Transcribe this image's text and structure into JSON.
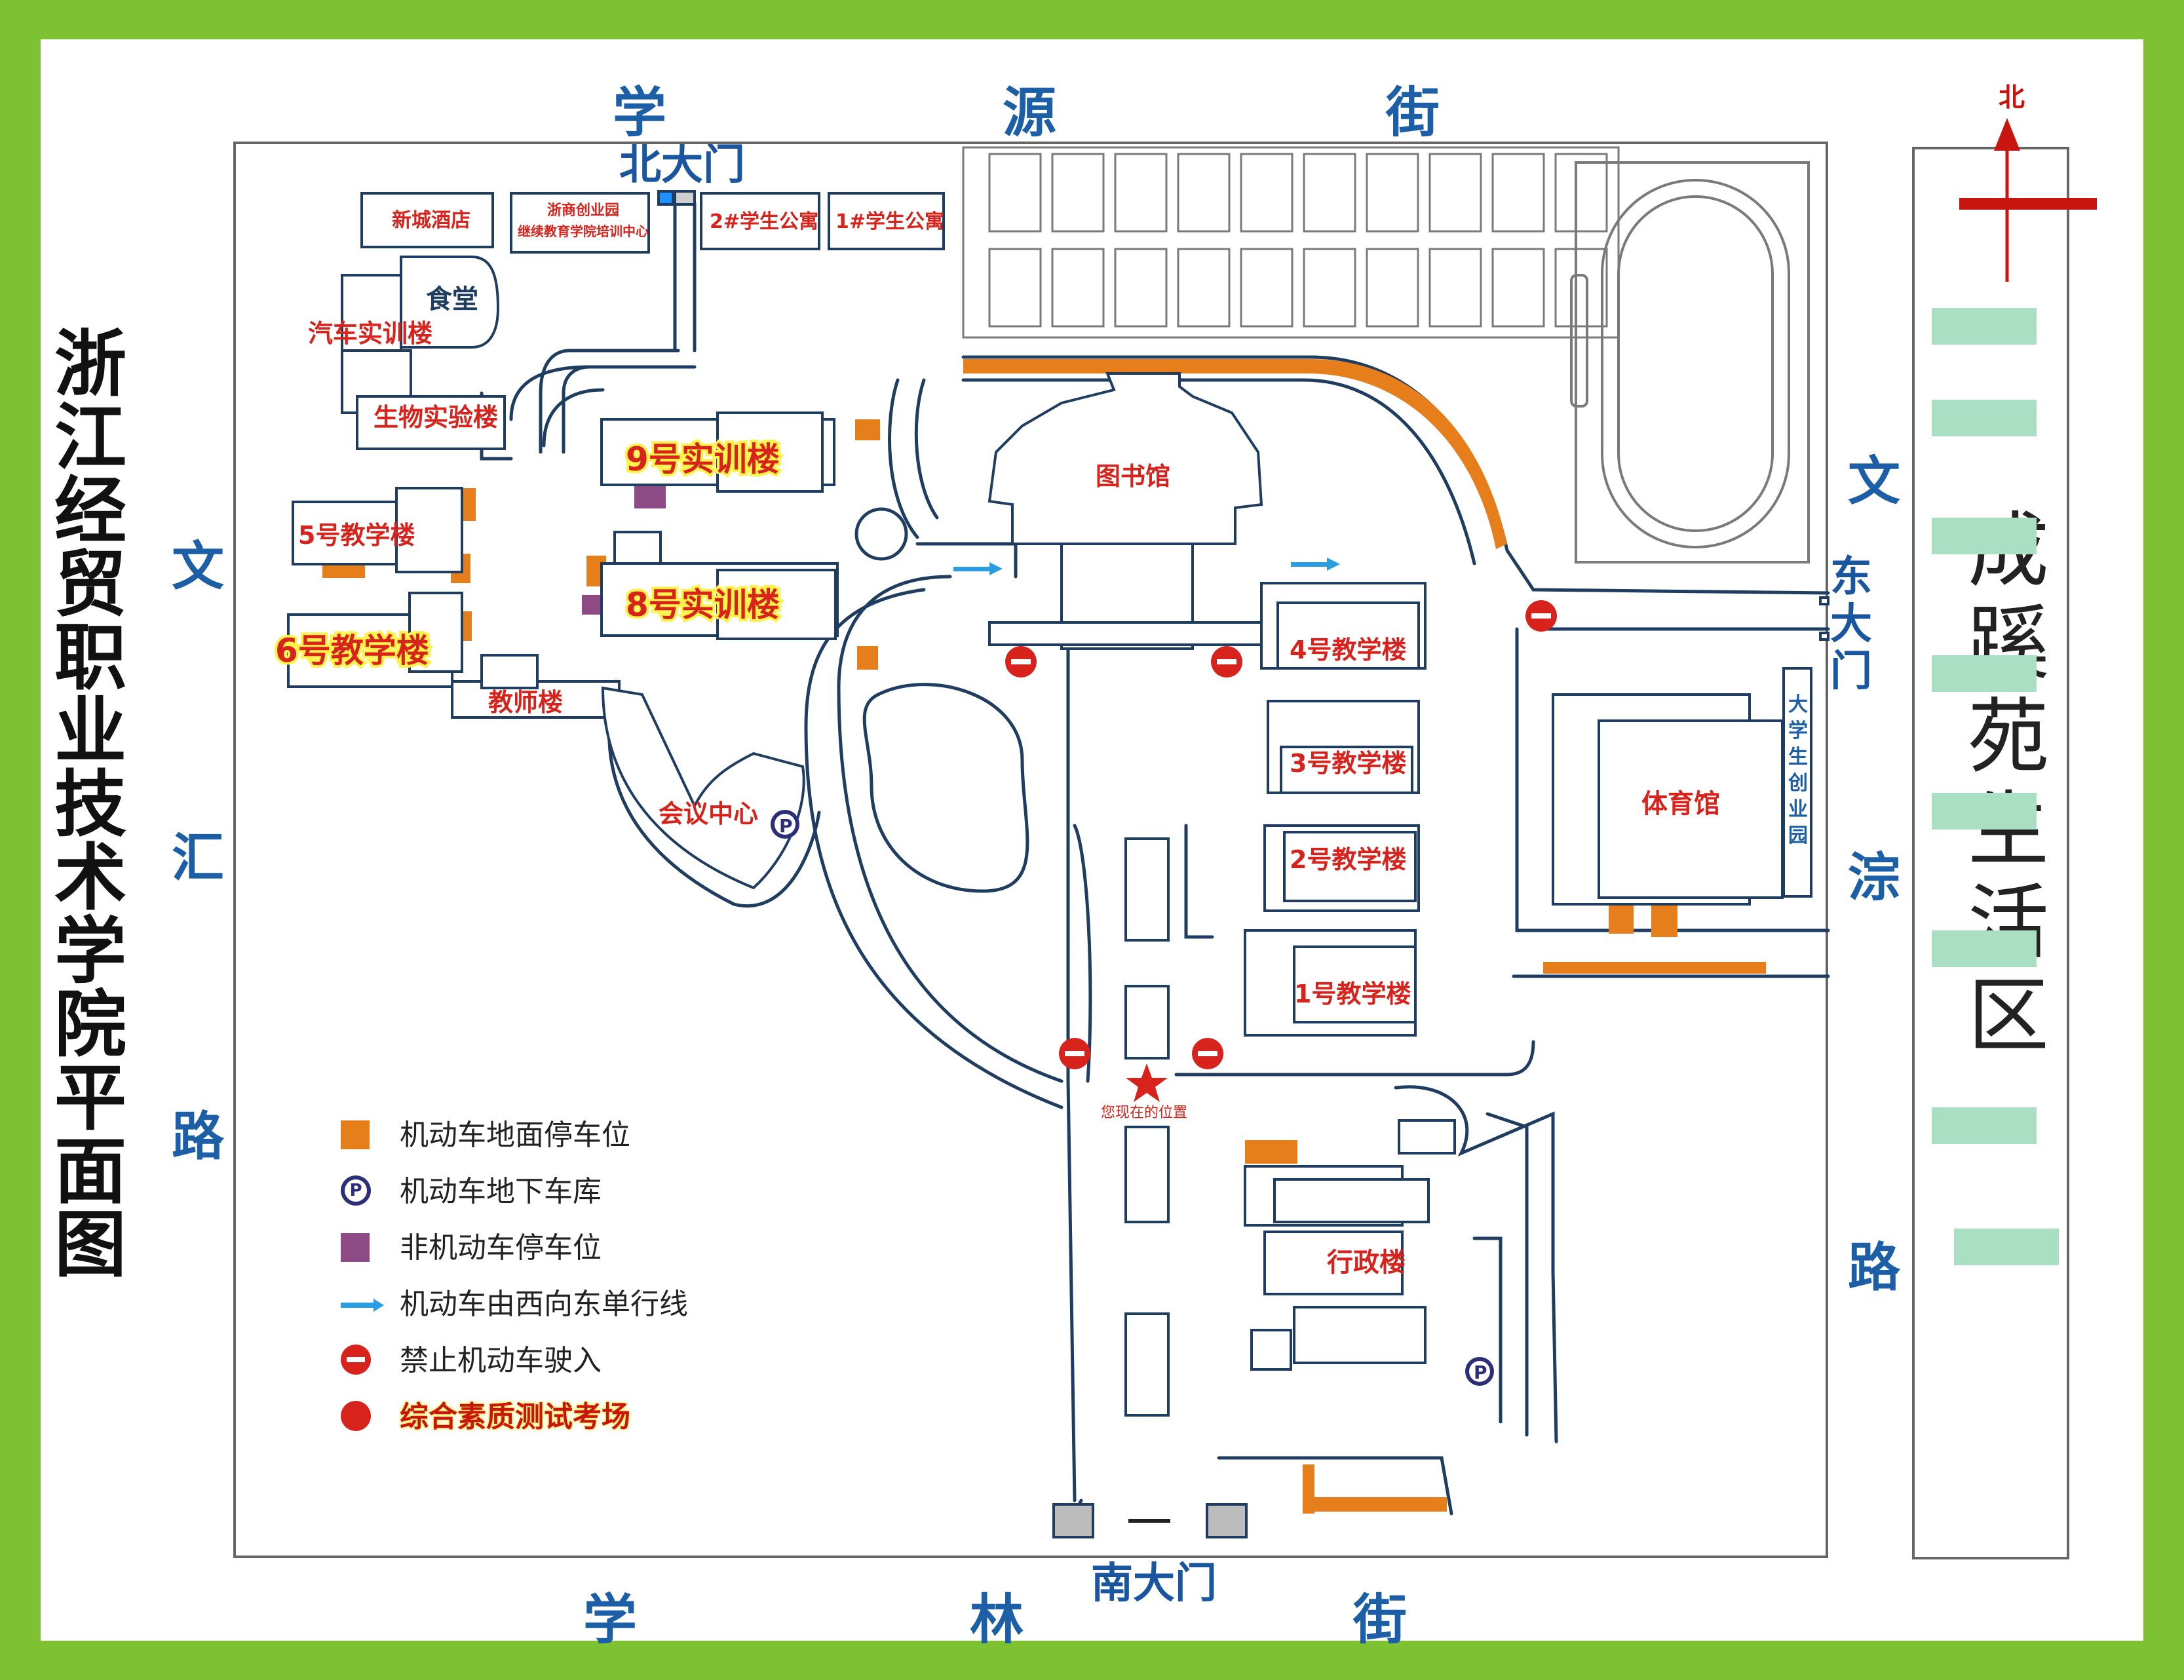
{
  "title": "浙江经贸职业技术学院平面图",
  "title_chars": [
    "浙",
    "江",
    "经",
    "贸",
    "职",
    "业",
    "技",
    "术",
    "学",
    "院",
    "平",
    "面",
    "图"
  ],
  "compass": {
    "label": "北"
  },
  "streets": {
    "north": [
      "学",
      "源",
      "街"
    ],
    "south": [
      "学",
      "林",
      "街"
    ],
    "west": [
      "文",
      "汇",
      "路"
    ],
    "east": [
      "文",
      "淙",
      "路"
    ]
  },
  "neighborhood": {
    "label": "成蹊苑生活区",
    "chars": [
      "成",
      "蹊",
      "苑",
      "生",
      "活",
      "区"
    ]
  },
  "gates": {
    "north": "北大门",
    "south": "南大门",
    "east_chars": [
      "东",
      "大",
      "门"
    ]
  },
  "buildings": {
    "xincheng_hotel": "新城酒店",
    "chuangye_line1": "浙商创业园",
    "chuangye_line2": "继续教育学院培训中心",
    "dorm2": "2#学生公寓",
    "dorm1": "1#学生公寓",
    "canteen": "食堂",
    "auto_training": "汽车实训楼",
    "bio_lab": "生物实验楼",
    "teaching5": "5号教学楼",
    "teaching6": "6号教学楼",
    "training9": "9号实训楼",
    "training8": "8号实训楼",
    "teachers": "教师楼",
    "conference": "会议中心",
    "library": "图书馆",
    "teaching4": "4号教学楼",
    "teaching3": "3号教学楼",
    "teaching2": "2号教学楼",
    "teaching1": "1号教学楼",
    "gym": "体育馆",
    "startup_chars": [
      "大",
      "学",
      "生",
      "创",
      "业",
      "园"
    ],
    "admin": "行政楼"
  },
  "you_are_here": "您现在的位置",
  "parking_symbol": "P",
  "legend": [
    {
      "symbol": "orange-square",
      "label": "机动车地面停车位"
    },
    {
      "symbol": "parking-p",
      "label": "机动车地下车库"
    },
    {
      "symbol": "purple-square",
      "label": "非机动车停车位"
    },
    {
      "symbol": "blue-arrow",
      "label": "机动车由西向东单行线"
    },
    {
      "symbol": "no-entry",
      "label": "禁止机动车驶入"
    },
    {
      "symbol": "red-dot",
      "label": "综合素质测试考场"
    }
  ],
  "colors": {
    "frame": "#7ec133",
    "parking_orange": "#e57e1b",
    "bike_purple": "#8e4a85",
    "road_outline": "#1f3d60",
    "label_red": "#d8231c",
    "street_blue": "#1d5fa6",
    "highlight_yellow": "#fff24a",
    "mint": "#aadfc3"
  }
}
